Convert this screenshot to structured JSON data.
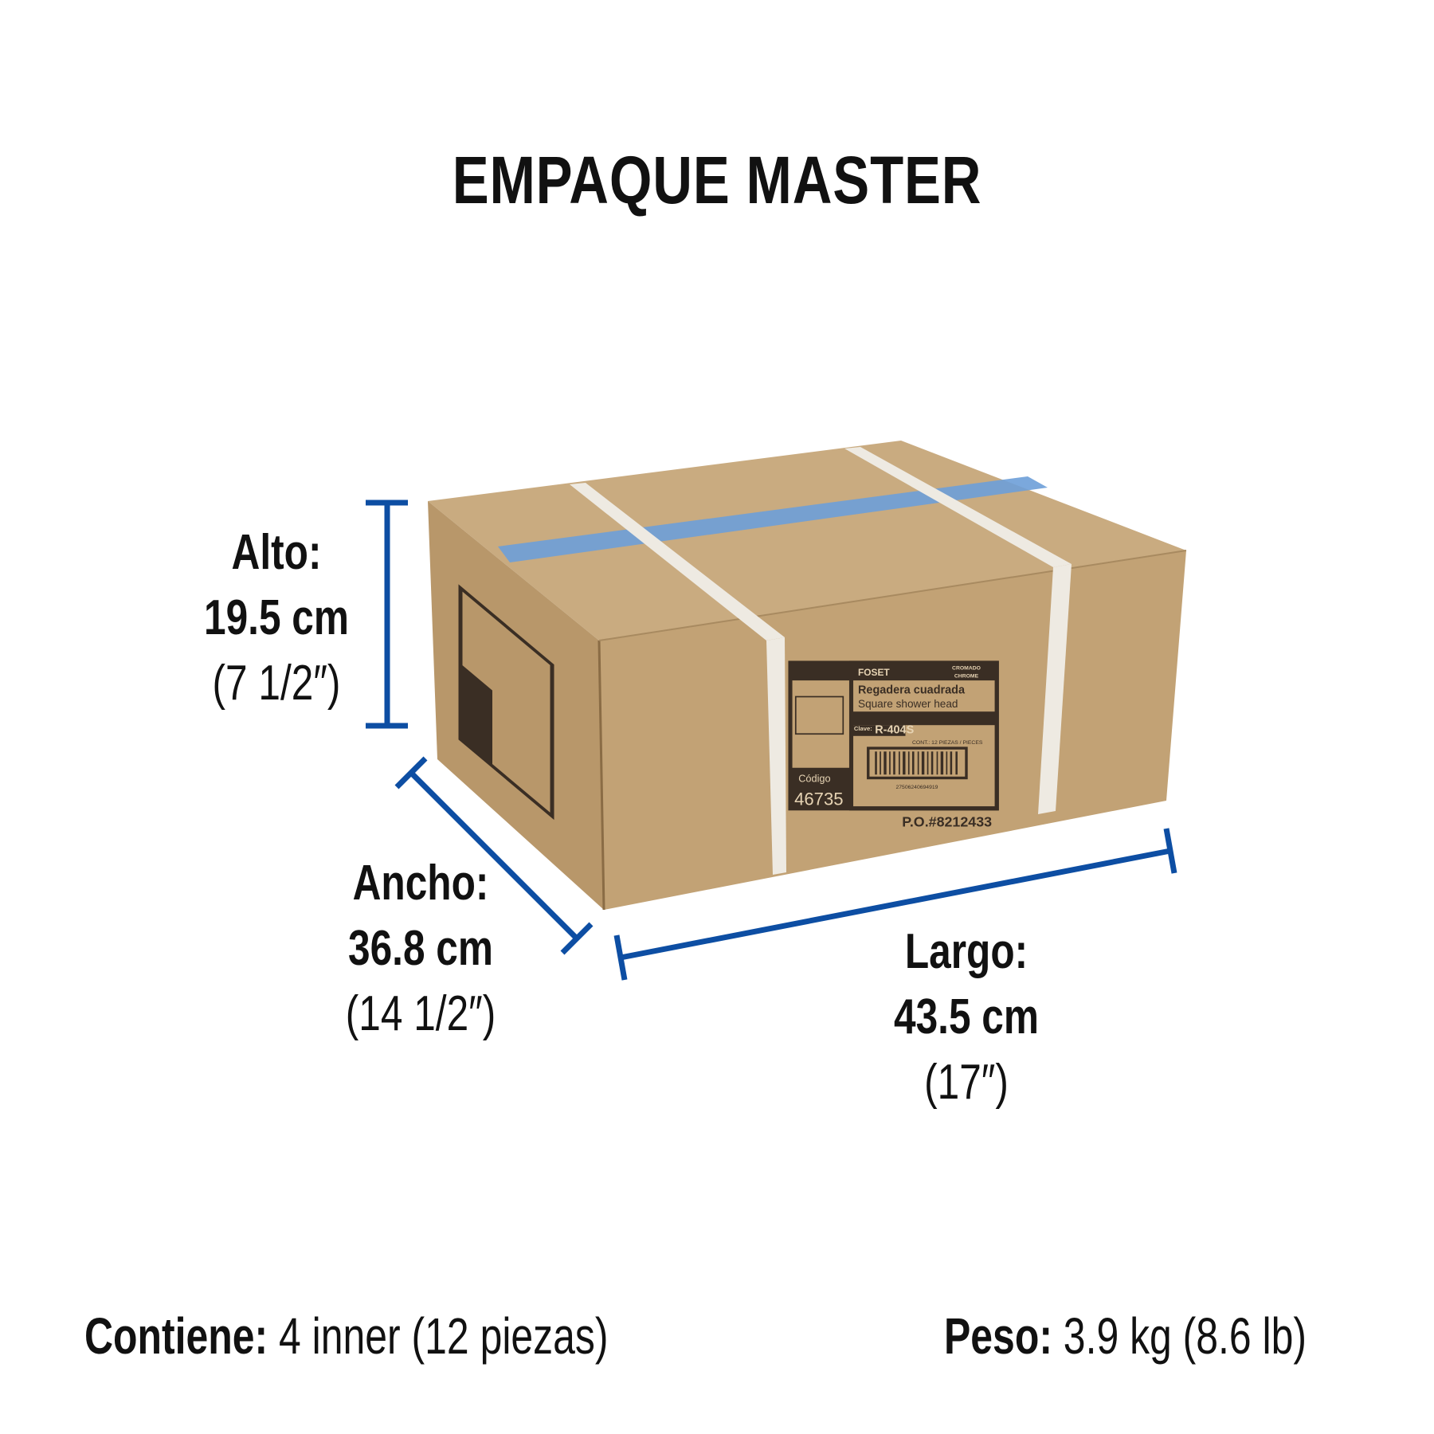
{
  "title": "EMPAQUE MASTER",
  "dimensions": {
    "alto": {
      "label": "Alto:",
      "metric": "19.5 cm",
      "imperial": "(7 1/2″)"
    },
    "ancho": {
      "label": "Ancho:",
      "metric": "36.8 cm",
      "imperial": "(14 1/2″)"
    },
    "largo": {
      "label": "Largo:",
      "metric": "43.5 cm",
      "imperial": "(17″)"
    }
  },
  "contents": {
    "label": "Contiene:",
    "value": "4 inner (12 piezas)"
  },
  "weight": {
    "label": "Peso:",
    "value": "3.9 kg (8.6 lb)"
  },
  "box_label": {
    "brand": "FOSET",
    "finish_es": "CROMADO",
    "finish_en": "CHROME",
    "product_es": "Regadera cuadrada",
    "product_en": "Square shower head",
    "clave_label": "Clave:",
    "clave": "R-404S",
    "cont": "CONT.: 12 PIEZAS / PIECES",
    "barcode_number": "27506240694919",
    "codigo_label": "Código",
    "codigo": "46735",
    "po": "P.O.#8212433"
  },
  "colors": {
    "dimension_lines": "#0d4ea3",
    "cardboard": "#c5a77b",
    "tape": "#6d9fd8"
  }
}
